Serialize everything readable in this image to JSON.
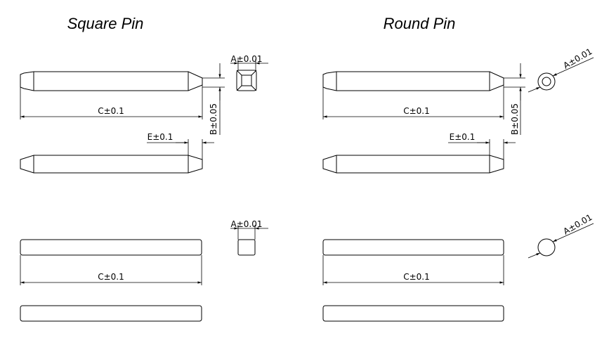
{
  "titles": {
    "square": "Square Pin",
    "round": "Round Pin"
  },
  "dimensions": {
    "a": "A±0.01",
    "b": "B±0.05",
    "c": "C±0.1",
    "e": "E±0.1"
  }
}
